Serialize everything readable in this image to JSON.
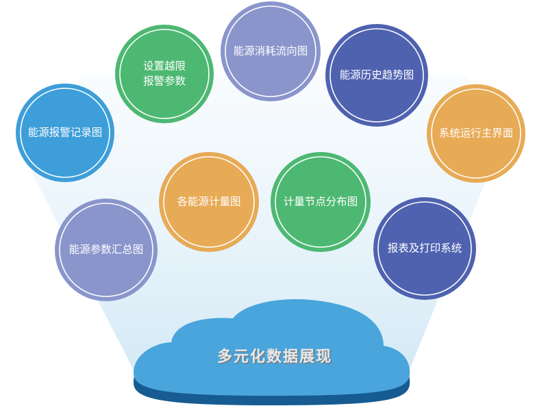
{
  "cloud": {
    "label": "多元化数据展现",
    "color": "#49a5dc",
    "side_color": "#165c92"
  },
  "nodes": [
    {
      "id": "energy-alarm-record",
      "lines": [
        "能源报警记录图"
      ],
      "color": "#3d9ed9"
    },
    {
      "id": "limit-alarm-params",
      "lines": [
        "设置越限",
        "报警参数"
      ],
      "color": "#4db872"
    },
    {
      "id": "energy-flow",
      "lines": [
        "能源消耗流向图"
      ],
      "color": "#8a95cc"
    },
    {
      "id": "energy-history-trend",
      "lines": [
        "能源历史趋势图"
      ],
      "color": "#4f62b0"
    },
    {
      "id": "system-main-ui",
      "lines": [
        "系统运行主界面"
      ],
      "color": "#e7aa55"
    },
    {
      "id": "energy-metering",
      "lines": [
        "各能源计量图"
      ],
      "color": "#e7aa55"
    },
    {
      "id": "metering-node-distribution",
      "lines": [
        "计量节点分布图"
      ],
      "color": "#4db872"
    },
    {
      "id": "energy-param-summary",
      "lines": [
        "能源参数汇总图"
      ],
      "color": "#8a95cc"
    },
    {
      "id": "report-print-system",
      "lines": [
        "报表及打印系统"
      ],
      "color": "#4f62b0"
    }
  ]
}
